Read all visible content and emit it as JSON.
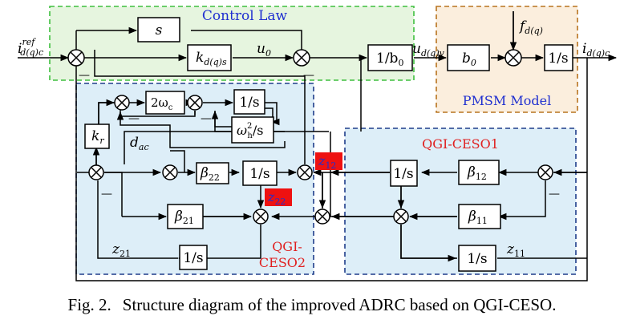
{
  "regions": {
    "control_law": {
      "title": "Control Law",
      "fill": "#e6f5df",
      "border": "#3fbf3f",
      "title_color": "#1f2fd0"
    },
    "pmsm": {
      "title": "PMSM Model",
      "fill": "#fbeedd",
      "border": "#b8731f",
      "title_color": "#1f2fd0"
    },
    "qgi_ceso1": {
      "title": "QGI-CESO1",
      "fill": "#ddeef8",
      "border": "#1f3d8a",
      "title_color": "#e02020"
    },
    "qgi_ceso2": {
      "title_line1": "QGI-",
      "title_line2": "CESO2",
      "fill": "#ddeef8",
      "border": "#1f3d8a",
      "title_color": "#e02020"
    }
  },
  "blocks": {
    "s": "s",
    "kds": "k",
    "kds_sub": "d(q)s",
    "inv_b0": "1/b",
    "inv_b0_sub": "0",
    "b0": "b",
    "b0_sub": "0",
    "integ": "1/s",
    "two_wc": "2ω",
    "two_wc_sub": "c",
    "wh2": "ω",
    "wh2_sub": "h",
    "wh2_sup": "2",
    "wh2_tail": "/s",
    "kr": "k",
    "kr_sub": "r",
    "beta": "β",
    "b12": "12",
    "b11": "11",
    "b22": "22",
    "b21": "21"
  },
  "signals": {
    "iref": "i",
    "iref_sup": "ref",
    "iref_sub": "d(q)c",
    "u0": "u",
    "u0_sub": "0",
    "ud": "u",
    "ud_sub": "d(q)v",
    "idq": "i",
    "idq_sub": "d(q)c",
    "fd": "f",
    "fd_sub": "d(q)",
    "dac": "d",
    "dac_sub": "ac",
    "z": "z",
    "z12": "12",
    "z22": "22",
    "z21": "21",
    "z11": "11",
    "minus": "—"
  },
  "highlight_color": "#ee1111",
  "caption": {
    "label": "Fig. 2.",
    "text": "Structure diagram of the improved ADRC based on QGI-CESO."
  }
}
